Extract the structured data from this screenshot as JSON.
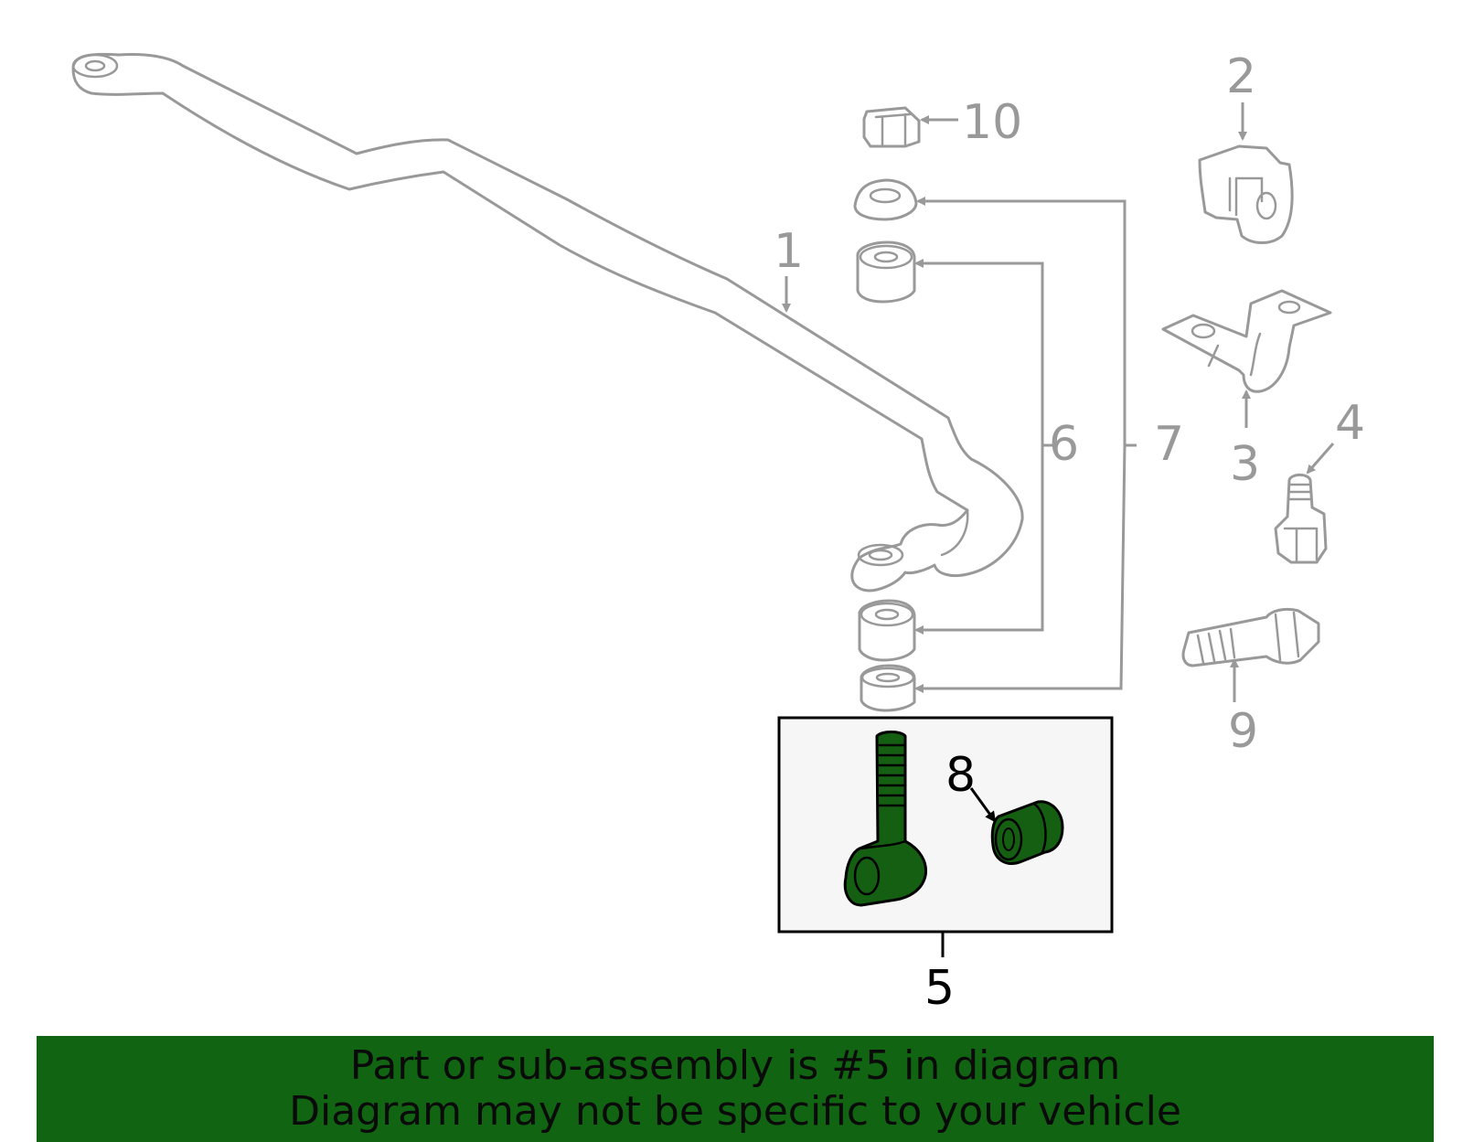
{
  "callouts": {
    "c1": "1",
    "c2": "2",
    "c3": "3",
    "c4": "4",
    "c5": "5",
    "c6": "6",
    "c7": "7",
    "c8": "8",
    "c9": "9",
    "c10": "10"
  },
  "highlight": {
    "callout": "5",
    "color": "#155f12",
    "box_fill": "#f6f6f6"
  },
  "banner": {
    "line1": "Part or sub-assembly is #5 in diagram",
    "line2": "Diagram may not be specific to your vehicle",
    "color": "#116411"
  },
  "colors": {
    "part_outline": "#999999",
    "label_gray": "#999999",
    "label_highlight": "#000000"
  }
}
